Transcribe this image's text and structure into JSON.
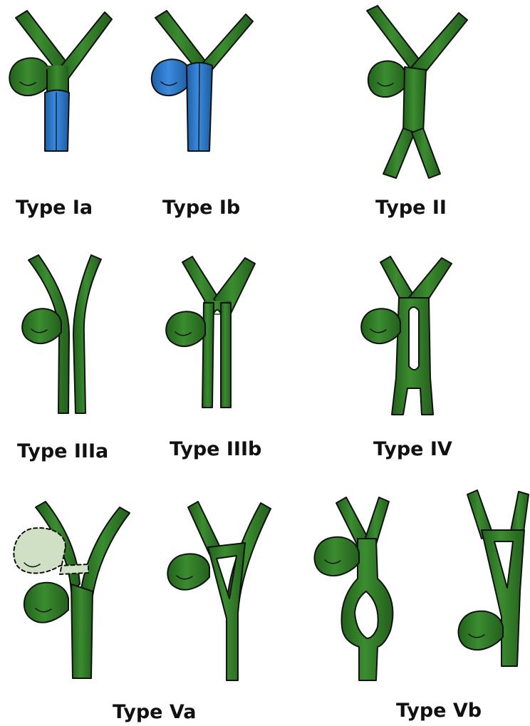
{
  "labels": {
    "type_ia": "Type Ia",
    "type_ib": "Type Ib",
    "type_ii": "Type II",
    "type_iiia": "Type IIIa",
    "type_iiib": "Type IIIb",
    "type_iv": "Type IV",
    "type_va": "Type Va",
    "type_vb": "Type Vb"
  },
  "colors": {
    "duct_green": "#2f7a26",
    "duct_blue": "#2e78c5",
    "ghost_fill": "#cfe0c4",
    "outline": "#111111",
    "background": "#ffffff"
  }
}
